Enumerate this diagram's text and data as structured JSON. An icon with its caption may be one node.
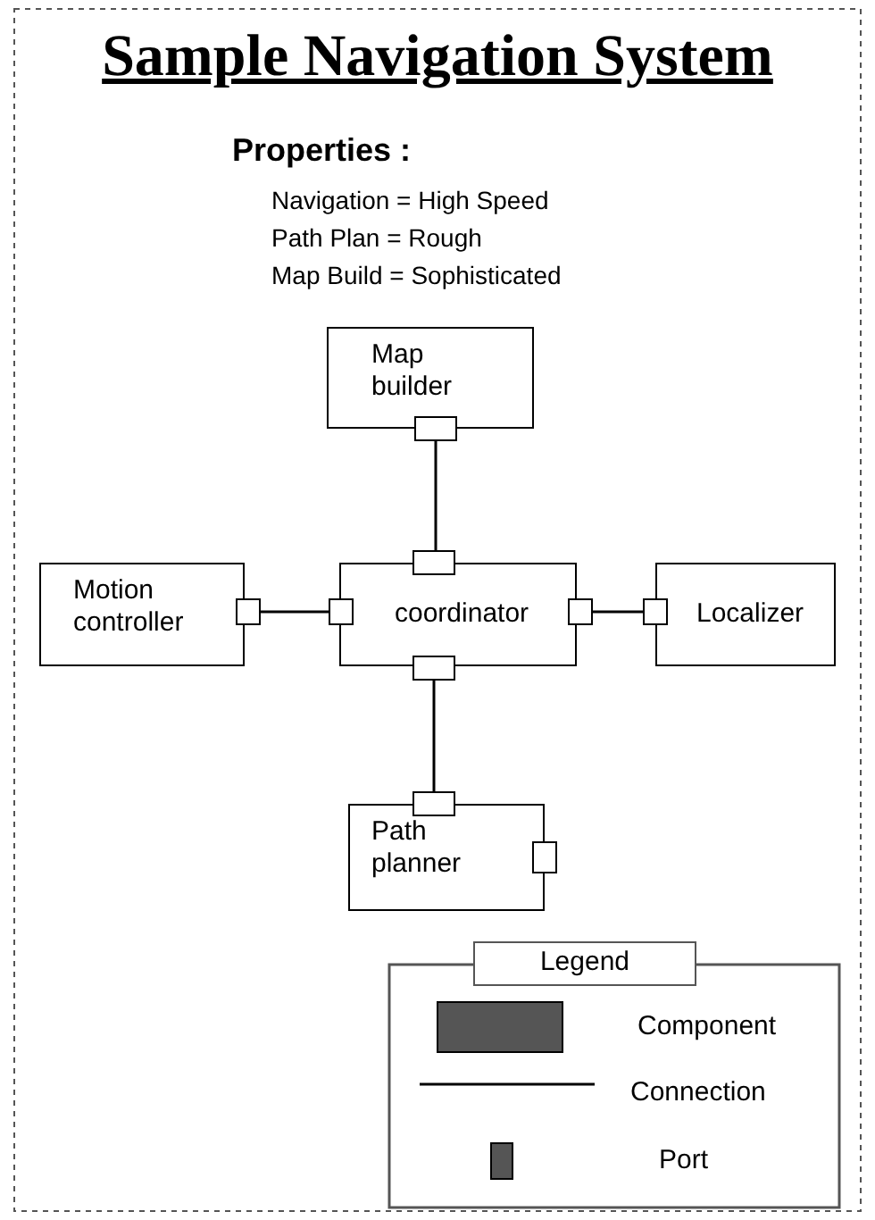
{
  "diagram": {
    "title": "Sample Navigation System",
    "nodes": [
      {
        "text": [
          "Map builder"
        ]
      },
      {
        "text": [
          "Motion controller"
        ]
      },
      {
        "text": [
          "coordinator"
        ]
      },
      {
        "text": [
          "Localizer"
        ]
      },
      {
        "text": [
          "Path planner"
        ]
      },
      {
        "text": [],
        "shape": "box"
      },
      {
        "text": [],
        "shape": "box"
      },
      {
        "text": [],
        "shape": "box"
      },
      {
        "text": [],
        "shape": "box"
      },
      {
        "text": [],
        "shape": "box"
      },
      {
        "text": [],
        "shape": "box"
      },
      {
        "text": [],
        "shape": "box"
      },
      {
        "text": [],
        "shape": "box"
      },
      {
        "text": [],
        "shape": "box"
      }
    ],
    "edges": [
      {
        "from": 5,
        "to": 6,
        "arrow": "none"
      },
      {
        "from": 7,
        "to": 8,
        "arrow": "none"
      },
      {
        "from": 9,
        "to": 10,
        "arrow": "none"
      },
      {
        "from": 11,
        "to": 12,
        "arrow": "none"
      }
    ],
    "labels": [
      "Properties :",
      "Navigation = High Speed",
      "Path Plan = Rough",
      "Map Build = Sophisticated",
      "Legend"
    ],
    "legend": [
      {
        "text": "Component"
      },
      {
        "text": "Connection"
      },
      {
        "text": "Port"
      }
    ]
  }
}
